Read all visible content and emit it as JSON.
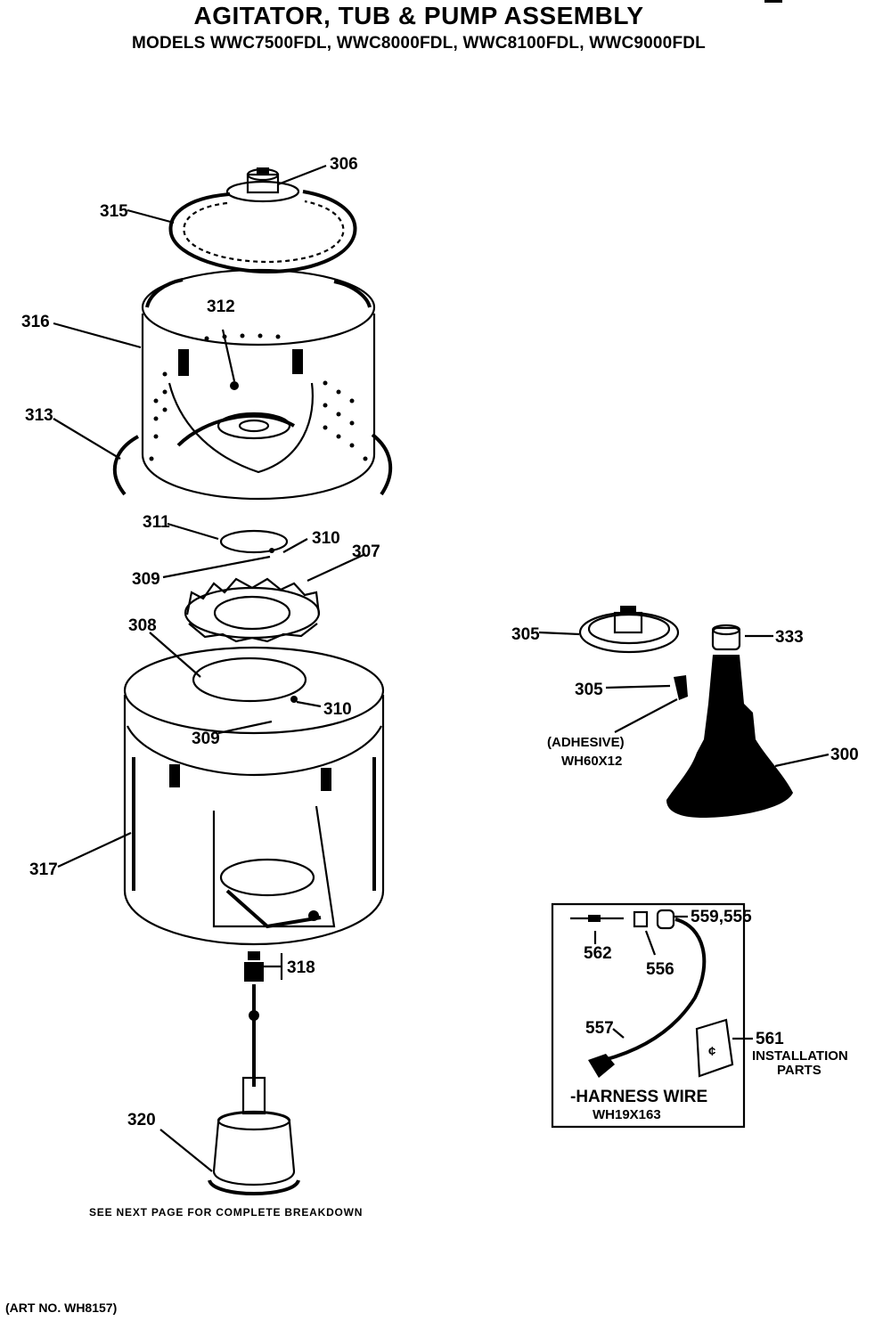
{
  "header": {
    "title": "AGITATOR, TUB & PUMP ASSEMBLY",
    "models": "MODELS WWC7500FDL, WWC8000FDL, WWC8100FDL, WWC9000FDL"
  },
  "parts": {
    "p306": "306",
    "p315": "315",
    "p316": "316",
    "p312": "312",
    "p313": "313",
    "p311": "311",
    "p310a": "310",
    "p309a": "309",
    "p307": "307",
    "p308": "308",
    "p310b": "310",
    "p309b": "309",
    "p317": "317",
    "p318": "318",
    "p320": "320",
    "p305a": "305",
    "p305b": "305",
    "p333": "333",
    "p300": "300"
  },
  "adhesive": {
    "label": "(ADHESIVE)",
    "part_no": "WH60X12"
  },
  "kit": {
    "p562": "562",
    "p556": "556",
    "p559": "559,555",
    "p557": "557",
    "p561": "561",
    "installation_1": "INSTALLATION",
    "installation_2": "PARTS",
    "harness": "-HARNESS WIRE",
    "harness_no": "WH19X163"
  },
  "footer": {
    "note": "SEE NEXT PAGE FOR COMPLETE BREAKDOWN",
    "art_no": "(ART NO. WH8157)"
  }
}
